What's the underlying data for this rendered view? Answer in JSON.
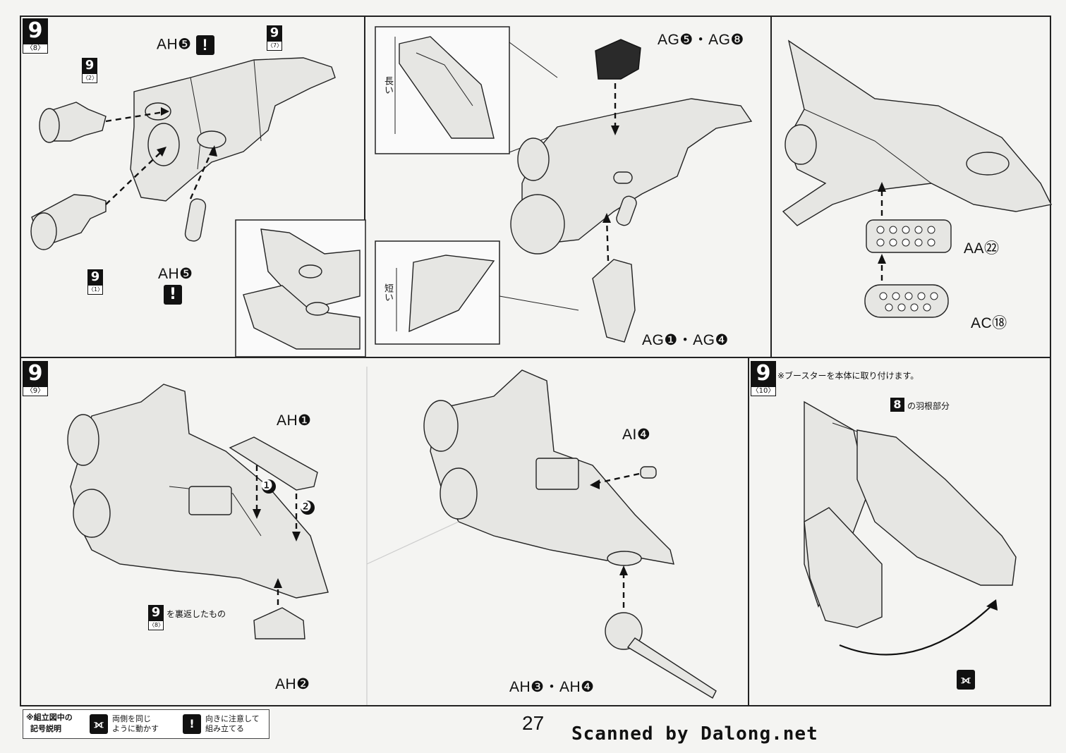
{
  "steps": {
    "s8": {
      "num": "9",
      "sub": "〈8〉"
    },
    "s7": {
      "num": "9",
      "sub": "〈7〉"
    },
    "s2": {
      "num": "9",
      "sub": "〈2〉"
    },
    "s1": {
      "num": "9",
      "sub": "〈1〉"
    },
    "s9": {
      "num": "9",
      "sub": "〈9〉"
    },
    "s10": {
      "num": "9",
      "sub": "〈10〉"
    },
    "s8ref": {
      "num": "9",
      "sub": "〈8〉"
    },
    "wing8": {
      "num": "8"
    }
  },
  "parts": {
    "ah5_top": "AH❺",
    "ah5_bottom": "AH❺",
    "ag5_ag8": "AG❺・AG❽",
    "ag1_ag4": "AG❶・AG❹",
    "aa22": "AA㉒",
    "ac18": "AC⑱",
    "ah1": "AH❶",
    "ai4": "AI❹",
    "ah2": "AH❷",
    "ah3_ah4": "AH❸・AH❹"
  },
  "callouts": {
    "long": "長い",
    "short": "短い",
    "arrow1": "❶",
    "arrow2": "❷"
  },
  "notes": {
    "booster": "※ブースターを本体に取り付けます。",
    "wing_part": "の羽根部分",
    "flipped": "を裏返したもの"
  },
  "icons": {
    "exclamation": "!",
    "both_sides": "⟗"
  },
  "legend": {
    "title_line1": "※組立図中の",
    "title_line2": "記号説明",
    "item1_line1": "両側を同じ",
    "item1_line2": "ように動かす",
    "item2_line1": "向きに注意して",
    "item2_line2": "組み立てる"
  },
  "page_number": "27",
  "credit": "Scanned by Dalong.net"
}
